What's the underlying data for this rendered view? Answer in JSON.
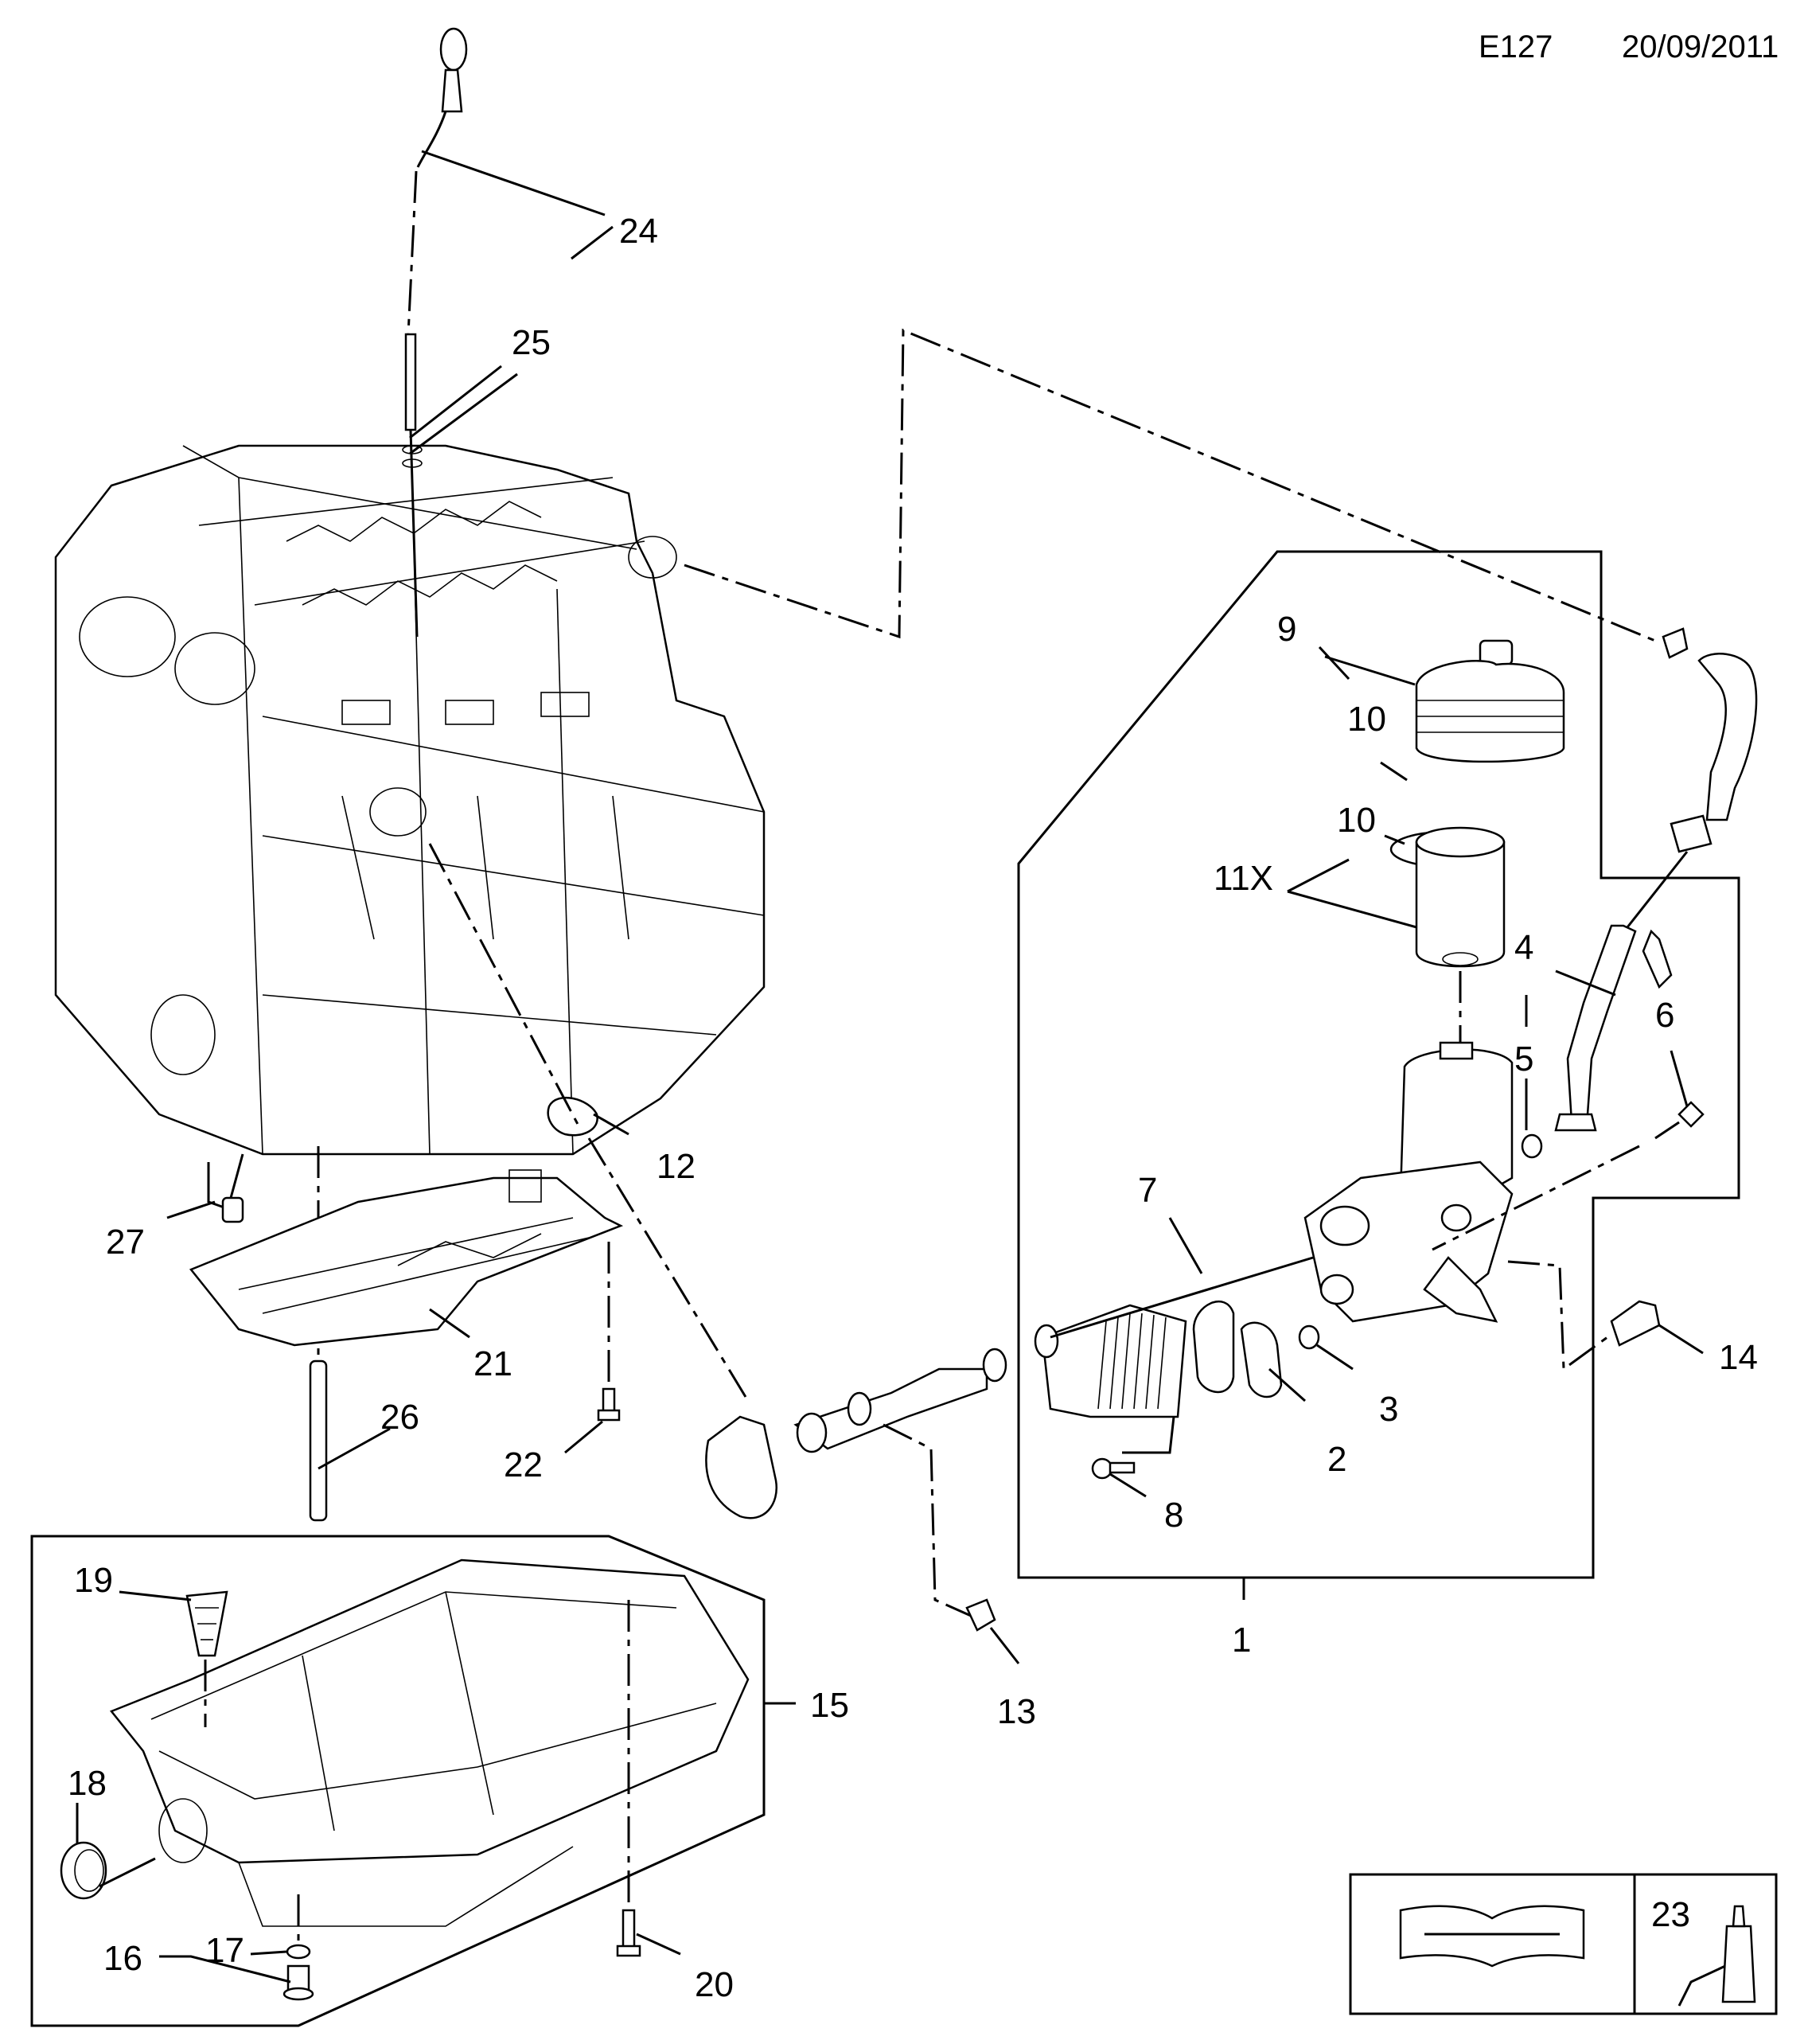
{
  "header": {
    "code": "E127",
    "date": "20/09/2011"
  },
  "callouts": [
    "1",
    "2",
    "3",
    "4",
    "5",
    "6",
    "7",
    "8",
    "9",
    "10",
    "10",
    "11X",
    "12",
    "13",
    "14",
    "15",
    "16",
    "17",
    "18",
    "19",
    "20",
    "21",
    "22",
    "23",
    "24",
    "25",
    "26",
    "27"
  ]
}
